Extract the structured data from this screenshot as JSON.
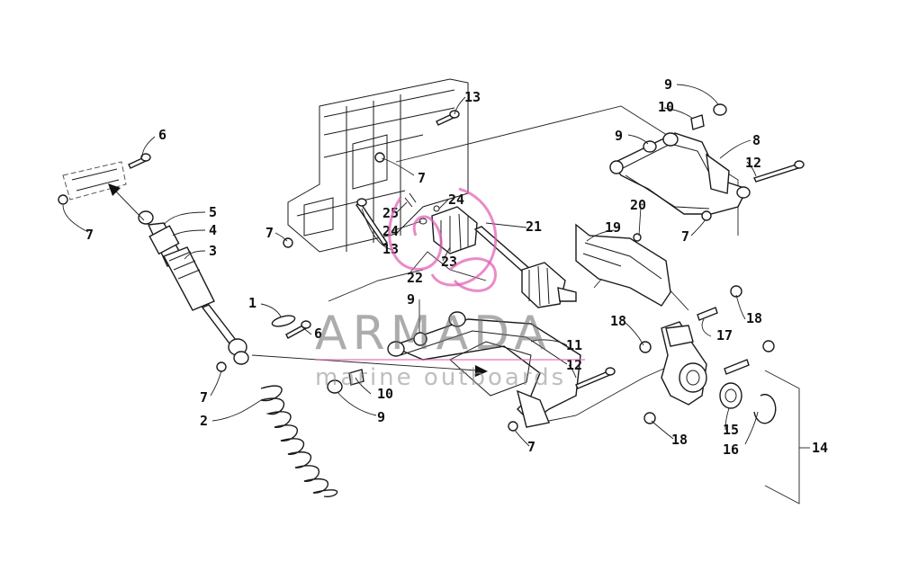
{
  "callouts": [
    {
      "id": "c1",
      "label": "1"
    },
    {
      "id": "c2",
      "label": "2"
    },
    {
      "id": "c3",
      "label": "3"
    },
    {
      "id": "c4",
      "label": "4"
    },
    {
      "id": "c5",
      "label": "5"
    },
    {
      "id": "c6a",
      "label": "6"
    },
    {
      "id": "c6b",
      "label": "6"
    },
    {
      "id": "c7a",
      "label": "7"
    },
    {
      "id": "c7b",
      "label": "7"
    },
    {
      "id": "c7c",
      "label": "7"
    },
    {
      "id": "c7d",
      "label": "7"
    },
    {
      "id": "c7e",
      "label": "7"
    },
    {
      "id": "c7f",
      "label": "7"
    },
    {
      "id": "c8",
      "label": "8"
    },
    {
      "id": "c9a",
      "label": "9"
    },
    {
      "id": "c9b",
      "label": "9"
    },
    {
      "id": "c9c",
      "label": "9"
    },
    {
      "id": "c9d",
      "label": "9"
    },
    {
      "id": "c10a",
      "label": "10"
    },
    {
      "id": "c10b",
      "label": "10"
    },
    {
      "id": "c11",
      "label": "11"
    },
    {
      "id": "c12a",
      "label": "12"
    },
    {
      "id": "c12b",
      "label": "12"
    },
    {
      "id": "c13a",
      "label": "13"
    },
    {
      "id": "c13b",
      "label": "13"
    },
    {
      "id": "c14",
      "label": "14"
    },
    {
      "id": "c15",
      "label": "15"
    },
    {
      "id": "c16",
      "label": "16"
    },
    {
      "id": "c17",
      "label": "17"
    },
    {
      "id": "c18a",
      "label": "18"
    },
    {
      "id": "c18b",
      "label": "18"
    },
    {
      "id": "c18c",
      "label": "18"
    },
    {
      "id": "c19",
      "label": "19"
    },
    {
      "id": "c20",
      "label": "20"
    },
    {
      "id": "c21",
      "label": "21"
    },
    {
      "id": "c22",
      "label": "22"
    },
    {
      "id": "c23",
      "label": "23"
    },
    {
      "id": "c24a",
      "label": "24"
    },
    {
      "id": "c24b",
      "label": "24"
    },
    {
      "id": "c25",
      "label": "25"
    }
  ],
  "watermark": {
    "brand": "ARMADA",
    "tagline": "marine outboards",
    "accent_color": "#e05bb0"
  }
}
